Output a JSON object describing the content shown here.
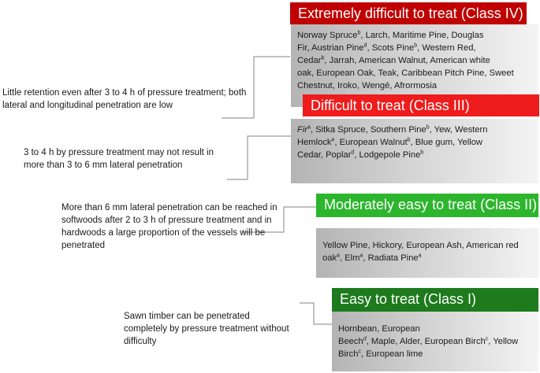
{
  "classes": [
    {
      "header": "Extremely difficult to treat (Class IV)",
      "color": "#c00000",
      "description": "Little retention even after 3 to 4 h of pressure  treatment; both lateral and longitudinal penetration are low",
      "species": [
        {
          "name": "Norway Spruce",
          "sup": "b"
        },
        {
          "name": "Larch"
        },
        {
          "name": "Maritime Pine"
        },
        {
          "name": "Douglas Fir"
        },
        {
          "name": "Austrian Pine",
          "sup": "d"
        },
        {
          "name": "Scots Pine",
          "sup": "b"
        },
        {
          "name": "Western Red, Cedar",
          "sup": "b"
        },
        {
          "name": "Jarrah"
        },
        {
          "name": "American Walnut"
        },
        {
          "name": "American white oak"
        },
        {
          "name": "European Oak"
        },
        {
          "name": "Teak"
        },
        {
          "name": "Caribbean Pitch Pine"
        },
        {
          "name": "Sweet Chestnut"
        },
        {
          "name": "Iroko"
        },
        {
          "name": "Wengé"
        },
        {
          "name": "Afrormosia"
        }
      ]
    },
    {
      "header": "Difficult to treat (Class III)",
      "color": "#ee1c1c",
      "description": "3 to 4 h by pressure treatment may not result in more than 3 to 6 mm lateral penetration",
      "species": [
        {
          "name": "Fir",
          "sup": "a",
          "italic": true
        },
        {
          "name": "Sitka Spruce"
        },
        {
          "name": "Southern Pine",
          "sup": "b"
        },
        {
          "name": "Yew"
        },
        {
          "name": "Western Hemlock",
          "sup": "e"
        },
        {
          "name": "European Walnut",
          "sup": "b"
        },
        {
          "name": "Blue gum"
        },
        {
          "name": "Yellow Cedar"
        },
        {
          "name": "Poplar",
          "sup": "d"
        },
        {
          "name": "Lodgepole Pine",
          "sup": "b"
        }
      ]
    },
    {
      "header": "Moderately easy to treat (Class II)",
      "color": "#2db52d",
      "description": "More than 6 mm lateral penetration can be reached in softwoods after 2 to 3 h of pressure treatment and in hardwoods a large proportion of the vessels  will be penetrated",
      "species": [
        {
          "name": "Yellow Pine"
        },
        {
          "name": "Hickory"
        },
        {
          "name": "European Ash"
        },
        {
          "name": "American red oak",
          "sup": "a"
        },
        {
          "name": "Elm",
          "sup": "a"
        },
        {
          "name": "Radiata Pine",
          "sup": "a"
        }
      ]
    },
    {
      "header": "Easy to treat (Class I)",
      "color": "#1d7a1d",
      "description": "Sawn timber can be penetrated completely by pressure treatment without difficulty",
      "species": [
        {
          "name": "Hornbean"
        },
        {
          "name": "European Beech",
          "sup": "d",
          "italic_sup": true
        },
        {
          "name": "Maple"
        },
        {
          "name": "Alder"
        },
        {
          "name": "European Birch",
          "sup": "c"
        },
        {
          "name": "Yellow Birch",
          "sup": "c"
        },
        {
          "name": "European lime"
        }
      ]
    }
  ]
}
